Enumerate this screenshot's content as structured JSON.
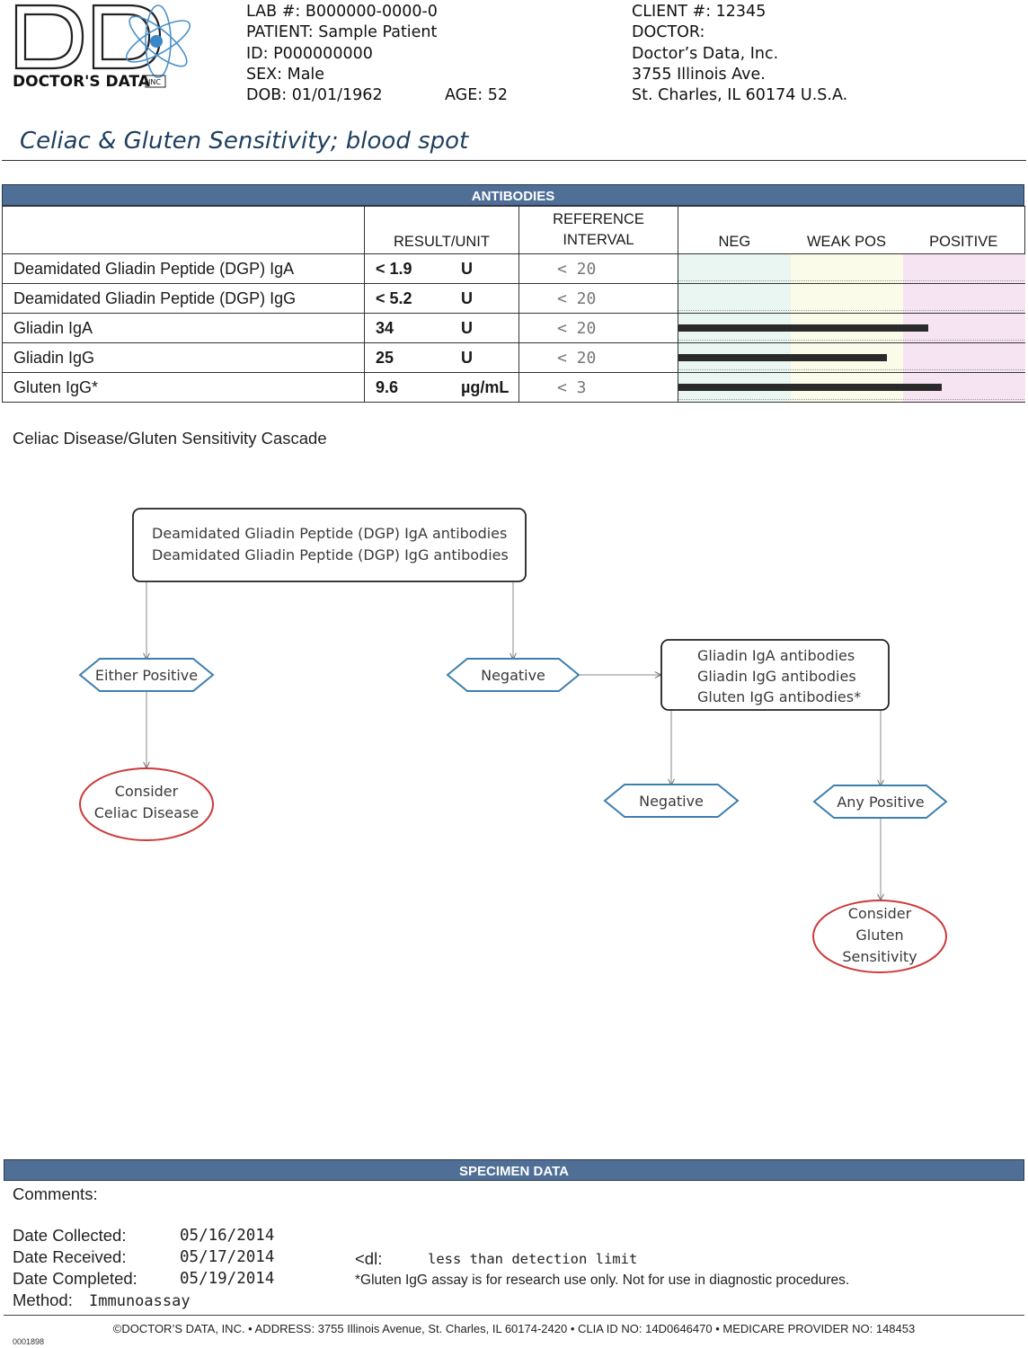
{
  "logo": {
    "letters": "DD",
    "company": "DOCTOR'S DATA",
    "suffix": "INC"
  },
  "header": {
    "lab": "LAB #: B000000-0000-0",
    "patient": "PATIENT: Sample Patient",
    "id": "ID: P000000000",
    "sex": "SEX: Male",
    "dob": "DOB: 01/01/1962",
    "age": "AGE: 52",
    "client": "CLIENT #: 12345",
    "doctor": "DOCTOR:",
    "clinic": "Doctor’s Data, Inc.",
    "address1": "3755 Illinois Ave.",
    "address2": "St. Charles, IL 60174  U.S.A."
  },
  "title": "Celiac & Gluten Sensitivity; blood spot",
  "antibodies": {
    "band": "ANTIBODIES",
    "col_result": "RESULT/UNIT",
    "col_ref_1": "REFERENCE",
    "col_ref_2": "INTERVAL",
    "zone_neg": "NEG",
    "zone_weak": "WEAK POS",
    "zone_pos": "POSITIVE",
    "zone_colors": {
      "neg": "#eaf6f1",
      "weak": "#fbfbe9",
      "pos": "#f7e4f3"
    },
    "rows": [
      {
        "analyte": "Deamidated Gliadin Peptide (DGP) IgA",
        "result": "< 1.9",
        "unit": "U",
        "ref": "<  20",
        "level": 0
      },
      {
        "analyte": "Deamidated Gliadin Peptide (DGP) IgG",
        "result": "< 5.2",
        "unit": "U",
        "ref": "<  20",
        "level": 0
      },
      {
        "analyte": "Gliadin IgA",
        "result": "34",
        "unit": "U",
        "ref": "<  20",
        "level": 0.72
      },
      {
        "analyte": "Gliadin IgG",
        "result": "25",
        "unit": "U",
        "ref": "<  20",
        "level": 0.6
      },
      {
        "analyte": "Gluten IgG*",
        "result": "9.6",
        "unit": "µg/mL",
        "ref": "<  3",
        "level": 0.76
      }
    ]
  },
  "cascade": {
    "label": "Celiac Disease/Gluten Sensitivity Cascade",
    "top_box_1": "Deamidated Gliadin Peptide (DGP) IgA  antibodies",
    "top_box_2": "Deamidated Gliadin Peptide (DGP) IgG antibodies",
    "either_positive": "Either Positive",
    "negative_1": "Negative",
    "consider_celiac_1": "Consider",
    "consider_celiac_2": "Celiac Disease",
    "second_box_1": "Gliadin IgA antibodies",
    "second_box_2": "Gliadin IgG antibodies",
    "second_box_3": "Gluten IgG antibodies*",
    "negative_2": "Negative",
    "any_positive": "Any Positive",
    "consider_gluten_1": "Consider",
    "consider_gluten_2": "Gluten",
    "consider_gluten_3": "Sensitivity",
    "colors": {
      "decision": "#3d7fae",
      "outcome": "#cc3a3a",
      "box": "#222222",
      "text": "#3a3a3a"
    }
  },
  "specimen": {
    "band": "SPECIMEN DATA",
    "comments": "Comments:",
    "collected_label": "Date Collected:",
    "collected": "05/16/2014",
    "received_label": "Date Received:",
    "received": "05/17/2014",
    "completed_label": "Date Completed:",
    "completed": "05/19/2014",
    "method_label": "Method:",
    "method": "Immunoassay",
    "dl_key": "<dl:",
    "dl_text": "less than detection limit",
    "note": "*Gluten IgG assay is for research use only. Not for use in diagnostic procedures."
  },
  "footer": "©DOCTOR’S DATA, INC. • ADDRESS: 3755 Illinois Avenue, St. Charles, IL 60174-2420 • CLIA ID NO: 14D0646470 • MEDICARE PROVIDER NO: 148453",
  "form_no": "0001898"
}
